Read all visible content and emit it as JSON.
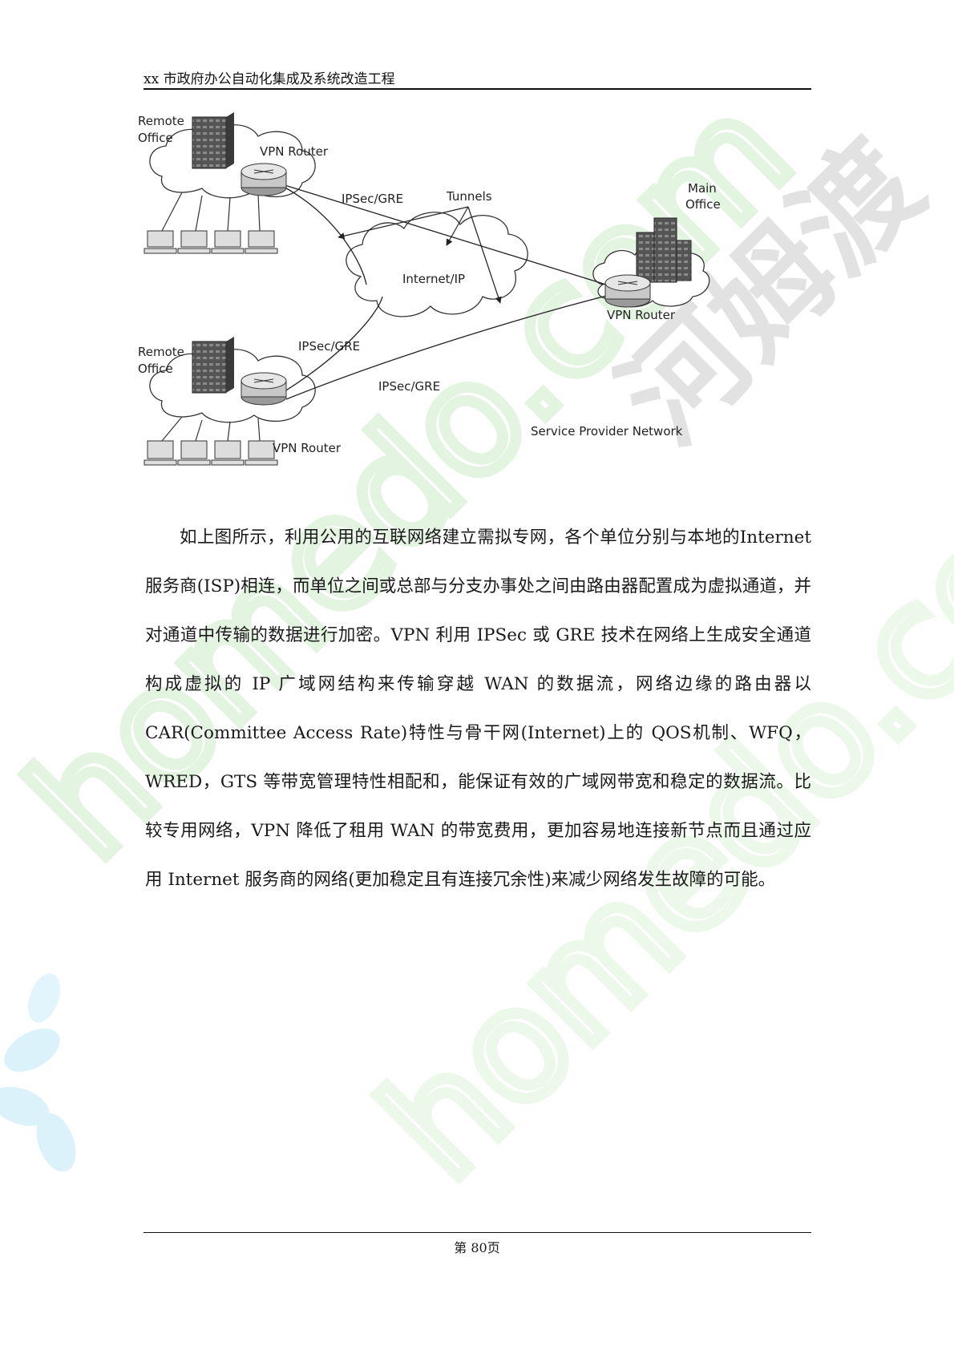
{
  "header": {
    "title": "xx 市政府办公自动化集成及系统改造工程"
  },
  "watermark": {
    "text_latin": "homedo.com",
    "text_cn": "河姆渡"
  },
  "figure": {
    "labels": {
      "remote_office_top": [
        "Remote",
        "Office"
      ],
      "remote_office_bottom": [
        "Remote",
        "Office"
      ],
      "main_office": [
        "Main",
        "Office"
      ],
      "vpn_router": "VPN Router",
      "tunnels": "Tunnels",
      "ipsec_gre": "IPSec/GRE",
      "internet_ip": "Internet/IP",
      "service_provider_network": "Service Provider Network"
    }
  },
  "body": {
    "paragraph": "如上图所示，利用公用的互联网络建立需拟专网，各个单位分别与本地的Internet 服务商(ISP)相连，而单位之间或总部与分支办事处之间由路由器配置成为虚拟通道，并对通道中传输的数据进行加密。VPN 利用 IPSec 或 GRE 技术在网络上生成安全通道构成虚拟的 IP 广域网结构来传输穿越 WAN 的数据流，网络边缘的路由器以 CAR(Committee Access Rate)特性与骨干网(Internet)上的 QOS机制、WFQ，WRED，GTS 等带宽管理特性相配和，能保证有效的广域网带宽和稳定的数据流。比较专用网络，VPN 降低了租用 WAN 的带宽费用，更加容易地连接新节点而且通过应用 Internet 服务商的网络(更加稳定且有连接冗余性)来减少网络发生故障的可能。"
  },
  "footer": {
    "page_number": "第 80页"
  }
}
